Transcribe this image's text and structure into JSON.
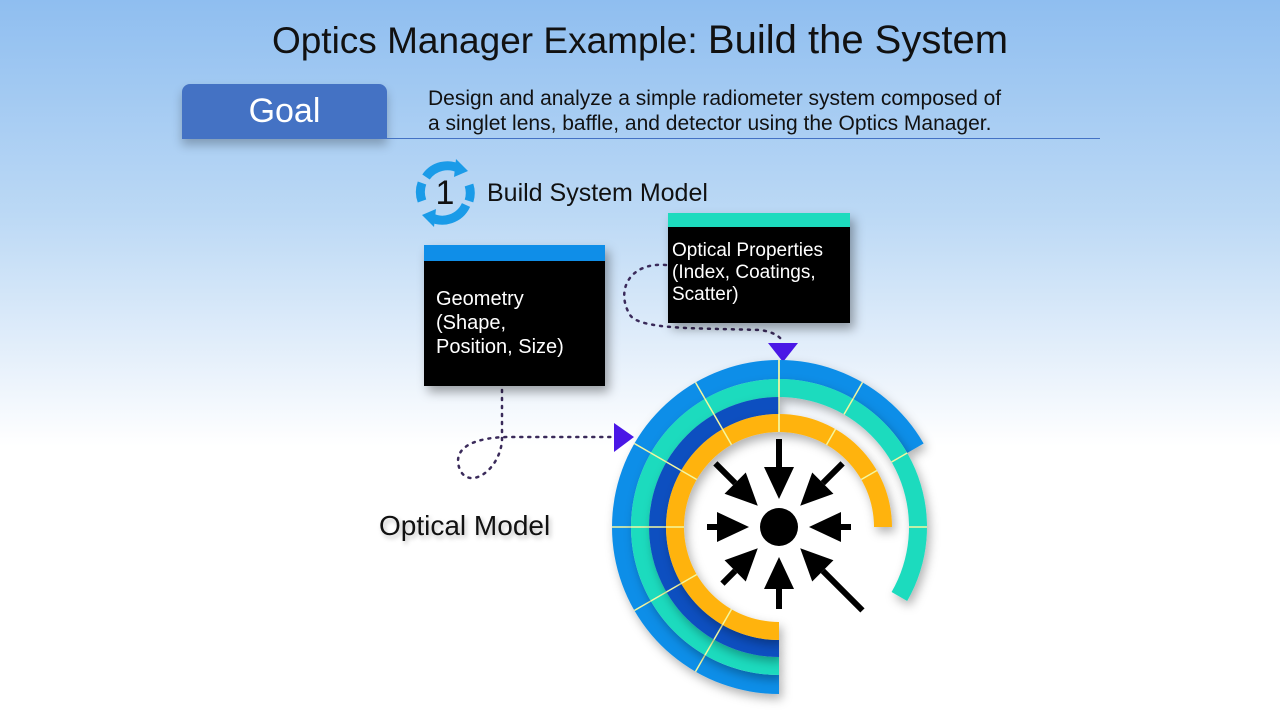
{
  "title": {
    "prefix": "Optics Manager Example: ",
    "main": "Build the System"
  },
  "goal": {
    "label": "Goal",
    "description_line1": "Design and analyze a simple radiometer system composed of",
    "description_line2": "a singlet lens, baffle, and detector using the Optics Manager."
  },
  "step": {
    "number": "1",
    "label": "Build System Model"
  },
  "boxes": {
    "geometry": [
      "Geometry",
      "(Shape,",
      "Position, Size)"
    ],
    "optical_properties": [
      "Optical Properties",
      "(Index, Coatings,",
      "Scatter)"
    ]
  },
  "optical_model_label": "Optical Model",
  "colors": {
    "blue": "#0f8ee8",
    "teal": "#1ddbbe",
    "dark_blue": "#0a4fc0",
    "orange": "#ffb30f",
    "goal": "#4472c4",
    "pointer": "#4a17e6"
  }
}
